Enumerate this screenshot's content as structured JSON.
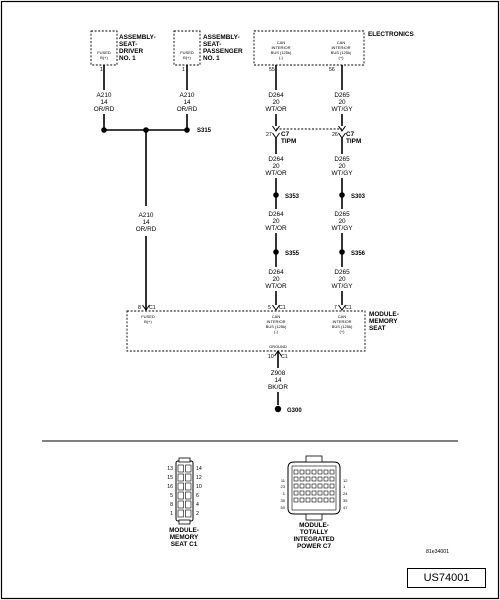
{
  "components": {
    "seat_driver": {
      "name_l1": "ASSEMBLY-",
      "name_l2": "SEAT-",
      "name_l3": "DRIVER",
      "name_l4": "NO. 1",
      "pin_l1": "FUSED",
      "pin_l2": "B(+)",
      "pin": "1"
    },
    "seat_passenger": {
      "name_l1": "ASSEMBLY-",
      "name_l2": "SEAT-",
      "name_l3": "PASSENGER",
      "name_l4": "NO. 1",
      "pin_l1": "FUSED",
      "pin_l2": "B(+)",
      "pin": "1"
    },
    "electronics": {
      "name": "ELECTRONICS",
      "pin_a": {
        "l1": "CAN",
        "l2": "INTERIOR",
        "l3": "BUS (125k)",
        "l4": "(-)",
        "num": "55"
      },
      "pin_b": {
        "l1": "CAN",
        "l2": "INTERIOR",
        "l3": "BUS (125k)",
        "l4": "(+)",
        "num": "56"
      }
    },
    "memory_seat": {
      "name_l1": "MODULE-",
      "name_l2": "MEMORY",
      "name_l3": "SEAT",
      "pin_fused": {
        "num": "8",
        "conn": "C1",
        "l1": "FUSED",
        "l2": "B(+)"
      },
      "pin_can_minus": {
        "num": "5",
        "conn": "C1",
        "l1": "CAN",
        "l2": "INTERIOR",
        "l3": "BUS (125k)",
        "l4": "(-)"
      },
      "pin_can_plus": {
        "num": "7",
        "conn": "C1",
        "l1": "CAN",
        "l2": "INTERIOR",
        "l3": "BUS (125k)",
        "l4": "(+)"
      },
      "ground": {
        "label": "GROUND",
        "num": "10",
        "conn": "C1"
      }
    }
  },
  "wires": {
    "a210_driver": {
      "code": "A210",
      "gauge": "14",
      "color": "OR/RD"
    },
    "a210_passenger": {
      "code": "A210",
      "gauge": "14",
      "color": "OR/RD"
    },
    "a210_main": {
      "code": "A210",
      "gauge": "14",
      "color": "OR/RD"
    },
    "d264_1": {
      "code": "D264",
      "gauge": "20",
      "color": "WT/OR"
    },
    "d265_1": {
      "code": "D265",
      "gauge": "20",
      "color": "WT/GY"
    },
    "d264_2": {
      "code": "D264",
      "gauge": "20",
      "color": "WT/OR"
    },
    "d265_2": {
      "code": "D265",
      "gauge": "20",
      "color": "WT/GY"
    },
    "d264_3": {
      "code": "D264",
      "gauge": "20",
      "color": "WT/OR"
    },
    "d265_3": {
      "code": "D265",
      "gauge": "20",
      "color": "WT/GY"
    },
    "d264_4": {
      "code": "D264",
      "gauge": "20",
      "color": "WT/OR"
    },
    "d265_4": {
      "code": "D265",
      "gauge": "20",
      "color": "WT/GY"
    },
    "z908": {
      "code": "Z908",
      "gauge": "14",
      "color": "BK/OR"
    }
  },
  "splices": {
    "s315": "S315",
    "s353": "S353",
    "s303": "S303",
    "s355": "S355",
    "s356": "S356"
  },
  "inline_connector": {
    "pin_left": "27",
    "pin_right": "26",
    "conn": "C7",
    "name": "TIPM"
  },
  "ground_point": "G300",
  "connector_views": {
    "memory_seat_c1": {
      "title_l1": "MODULE-",
      "title_l2": "MEMORY",
      "title_l3": "SEAT C1",
      "left_pins": [
        "13",
        "15",
        "16",
        "5",
        "8",
        "1"
      ],
      "right_pins": [
        "14",
        "12",
        "10",
        "6",
        "4",
        "2"
      ]
    },
    "tipm_c7": {
      "title_l1": "MODULE-",
      "title_l2": "TOTALLY",
      "title_l3": "INTEGRATED",
      "title_l4": "POWER C7",
      "left_pins": [
        "11",
        "23",
        "1",
        "35",
        "50"
      ],
      "right_pins": [
        "12",
        "1",
        "24",
        "35",
        "47"
      ]
    }
  },
  "figure_ref": "81e34001",
  "doc_id": "US74001"
}
